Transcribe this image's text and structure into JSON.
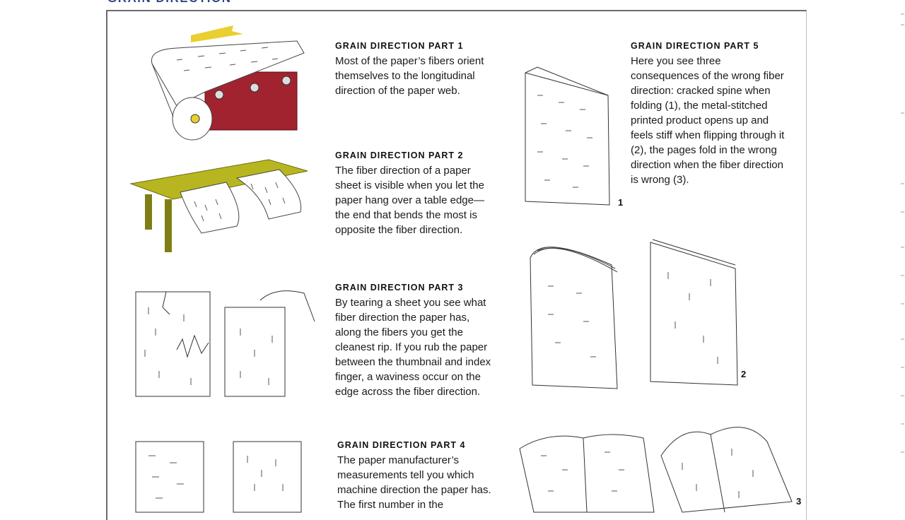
{
  "header": {
    "title": "GRAIN DIRECTION"
  },
  "sections": [
    {
      "title": "GRAIN DIRECTION PART 1",
      "text": "Most of the paper’s fibers orient themselves to the longitudinal direction of the paper web."
    },
    {
      "title": "GRAIN DIRECTION PART 2",
      "text": "The fiber direction of a paper sheet is visible when you let the paper hang over a table edge—the end that bends the most is opposite the fiber direction."
    },
    {
      "title": "GRAIN DIRECTION PART 3",
      "text": "By tearing a sheet you see what fiber direction the paper has, along the fibers you get the cleanest rip. If you rub the paper between the thumbnail and index finger, a waviness occur on the edge across the fiber direction."
    },
    {
      "title": "GRAIN DIRECTION PART 4",
      "text": "The paper manufacturer’s measurements tell you which machine direction the paper has. The first number in the"
    },
    {
      "title": "GRAIN DIRECTION PART 5",
      "text": "Here you see three consequences of the wrong fiber direction: cracked spine when folding (1), the metal-stitched printed product opens up and feels stiff when flipping through it (2), the pages fold in the wrong direction when the fiber direction is wrong (3)."
    }
  ],
  "figure_labels": [
    "1",
    "2",
    "3"
  ],
  "colors": {
    "accent": "#2c4a86",
    "arrow": "#e0c82a",
    "roller": "#a0232f",
    "table": "#b8b620"
  }
}
